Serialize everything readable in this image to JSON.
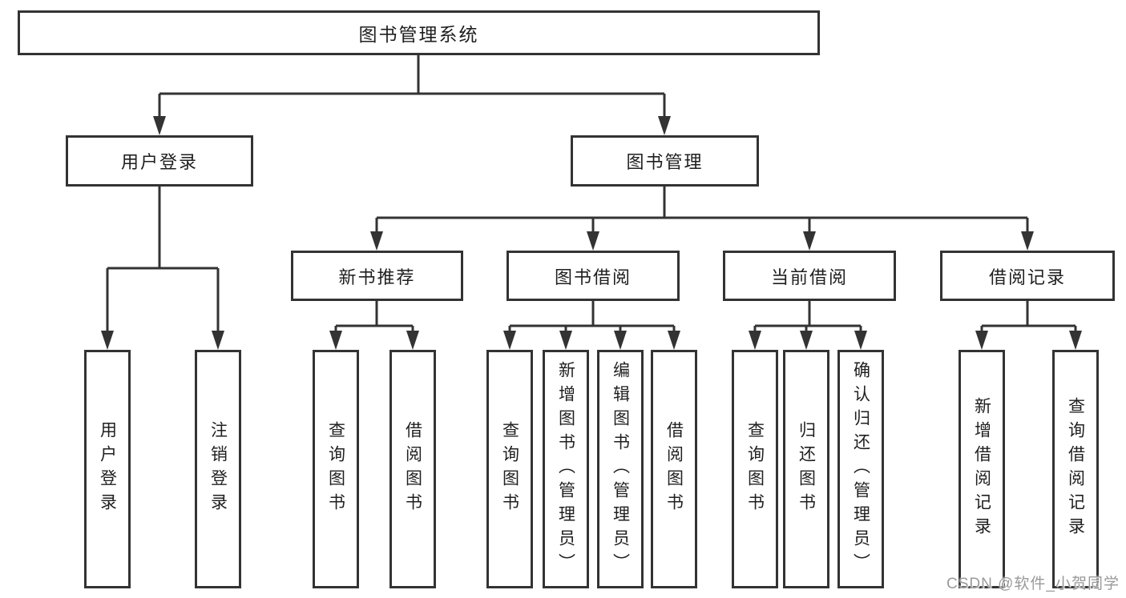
{
  "tree": {
    "label": "图书管理系统",
    "children": [
      {
        "label": "用户登录",
        "children": [
          {
            "label": "用户登录"
          },
          {
            "label": "注销登录"
          }
        ]
      },
      {
        "label": "图书管理",
        "children": [
          {
            "label": "新书推荐",
            "children": [
              {
                "label": "查询图书"
              },
              {
                "label": "借阅图书"
              }
            ]
          },
          {
            "label": "图书借阅",
            "children": [
              {
                "label": "查询图书"
              },
              {
                "label": "新增图书（管理员）"
              },
              {
                "label": "编辑图书（管理员）"
              },
              {
                "label": "借阅图书"
              }
            ]
          },
          {
            "label": "当前借阅",
            "children": [
              {
                "label": "查询图书"
              },
              {
                "label": "归还图书"
              },
              {
                "label": "确认归还（管理员）"
              }
            ]
          },
          {
            "label": "借阅记录",
            "children": [
              {
                "label": "新增借阅记录"
              },
              {
                "label": "查询借阅记录"
              }
            ]
          }
        ]
      }
    ]
  },
  "watermark": {
    "text": "CSDN @软件_小贺同学"
  },
  "colors": {
    "line": "#333333",
    "text": "#1f1f1f",
    "background": "#ffffff",
    "watermark_text": "#9a9a9a"
  }
}
